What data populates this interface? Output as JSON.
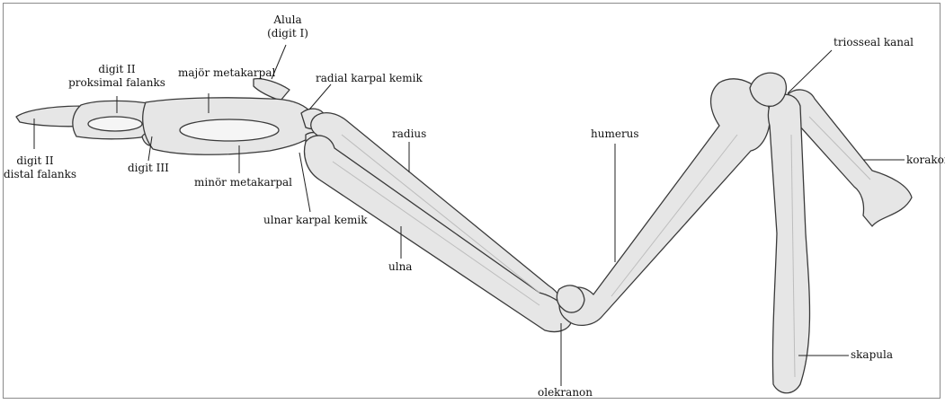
{
  "colors": {
    "background": "#ffffff",
    "bone_fill": "#e6e6e6",
    "bone_light": "#f5f5f5",
    "bone_outline": "#3a3a3a",
    "bone_shadow": "#bdbdbd",
    "leader_line": "#222222",
    "label_text": "#111111",
    "frame": "#8a8a8a"
  },
  "labels": {
    "alula": "Alula",
    "alula_sub": "(digit I)",
    "digit2_prox_1": "digit II",
    "digit2_prox_2": "proksimal falanks",
    "major_metacarpal": "majör metakarpal",
    "radial_carpal": "radial karpal kemik",
    "triosseal": "triosseal kanal",
    "digit2_dist_1": "digit II",
    "digit2_dist_2": "distal falanks",
    "digit3": "digit III",
    "minor_metacarpal": "minör metakarpal",
    "radius": "radius",
    "humerus": "humerus",
    "korakoid": "korakoid",
    "ulnar_carpal": "ulnar karpal kemik",
    "ulna": "ulna",
    "skapula": "skapula",
    "olekranon": "olekranon"
  }
}
